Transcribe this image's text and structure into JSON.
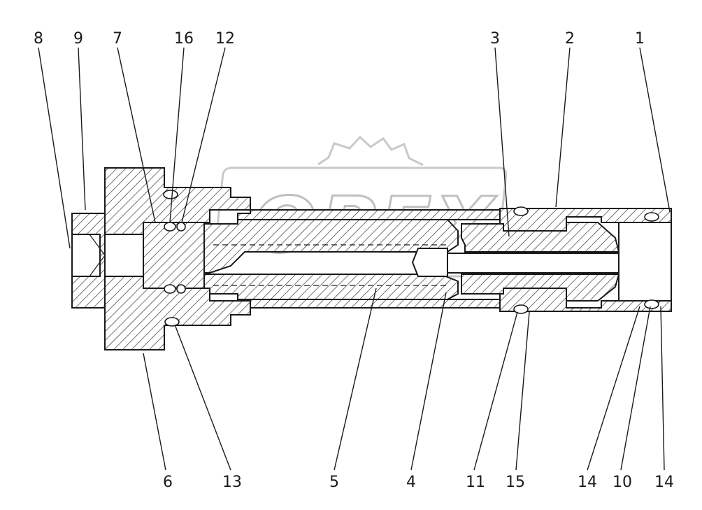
{
  "watermark": {
    "text": "OPEX"
  },
  "top_labels": [
    "8",
    "9",
    "7",
    "16",
    "12",
    "3",
    "2",
    "1"
  ],
  "bottom_labels": [
    "6",
    "13",
    "5",
    "4",
    "11",
    "15",
    "14",
    "10",
    "14"
  ]
}
